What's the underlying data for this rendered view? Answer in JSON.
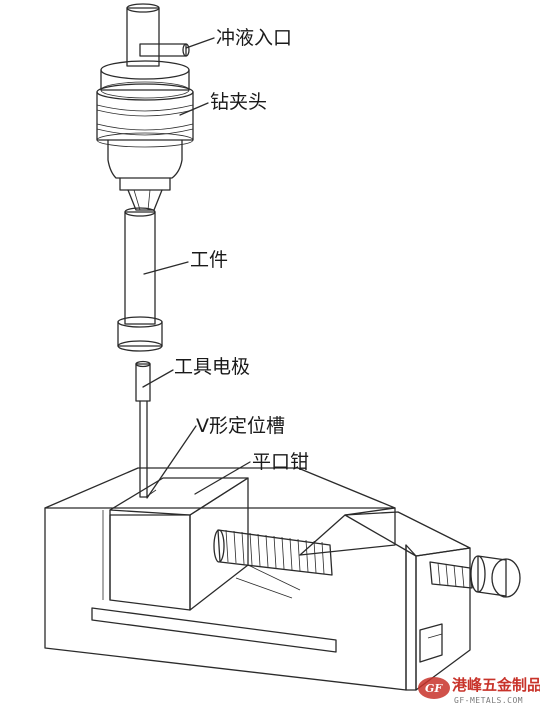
{
  "labels": {
    "coolant_inlet": "冲液入口",
    "drill_chuck": "钻夹头",
    "workpiece": "工件",
    "tool_electrode": "工具电极",
    "v_groove": "V形定位槽",
    "flat_vise": "平口钳"
  },
  "watermark": {
    "text_cn": "港峰五金制品",
    "text_en": "GF-METALS.COM",
    "logo_text": "GF",
    "color": "#c8332a"
  },
  "colors": {
    "line": "#2b2b2b",
    "background": "#ffffff"
  }
}
